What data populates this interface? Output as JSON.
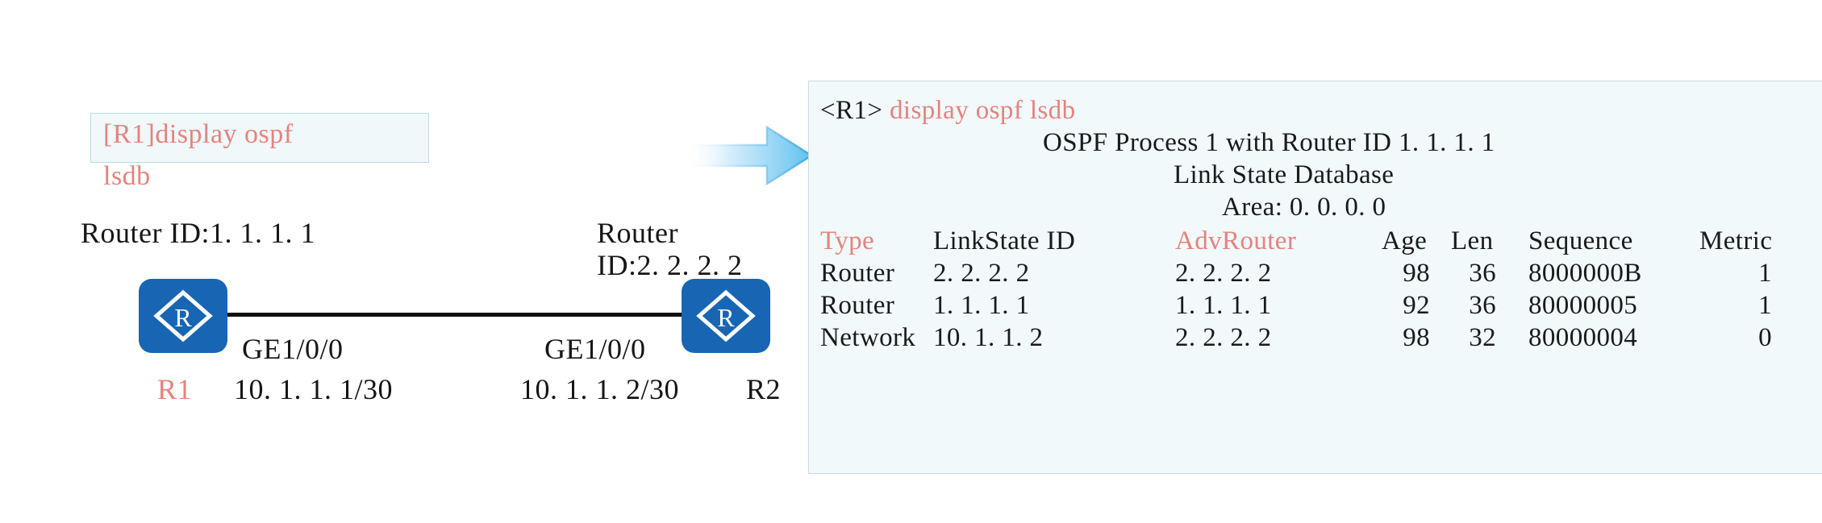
{
  "left_panel": {
    "command_callout": {
      "line1": "[R1]display ospf",
      "line2": "lsdb",
      "text_color": "#e8827c",
      "bg_color": "#f0f8fa",
      "border_color": "#bcd9e6"
    },
    "topology": {
      "router1": {
        "router_id_label": "Router ID:1. 1. 1. 1",
        "name": "R1",
        "name_color": "#e8827c",
        "icon": "router-icon",
        "icon_color": "#1866b3",
        "interface_name": "GE1/0/0",
        "interface_ip": "10. 1. 1. 1/30"
      },
      "router2": {
        "router_id_label_line1": "Router",
        "router_id_label_line2": "ID:2. 2. 2. 2",
        "name": "R2",
        "name_color": "#161616",
        "icon": "router-icon",
        "icon_color": "#1866b3",
        "interface_name": "GE1/0/0",
        "interface_ip": "10. 1. 1. 2/30"
      },
      "link": "ethernet-link"
    }
  },
  "flow_arrow": {
    "direction": "right",
    "color_start": "#ffffff",
    "color_end": "#5ec1ef"
  },
  "terminal": {
    "bg_color": "#f2f9fb",
    "border_color": "#c6dce6",
    "prompt": "<R1>",
    "command": "display ospf lsdb",
    "command_color": "#e8827c",
    "header_lines": [
      "OSPF Process 1 with Router ID 1. 1. 1. 1",
      "Link State Database",
      "Area: 0. 0. 0. 0"
    ],
    "table": {
      "columns": [
        {
          "label": "Type",
          "color": "#e8827c"
        },
        {
          "label": "LinkState ID",
          "color": "#1a1a1a"
        },
        {
          "label": "AdvRouter",
          "color": "#e8827c"
        },
        {
          "label": "Age",
          "color": "#1a1a1a"
        },
        {
          "label": "Len",
          "color": "#1a1a1a"
        },
        {
          "label": "Sequence",
          "color": "#1a1a1a"
        },
        {
          "label": "Metric",
          "color": "#1a1a1a"
        }
      ],
      "rows": [
        {
          "type": "Router",
          "linkstate_id": "2. 2. 2. 2",
          "advrouter": "2. 2. 2. 2",
          "age": "98",
          "len": "36",
          "sequence": "8000000B",
          "metric": "1"
        },
        {
          "type": "Router",
          "linkstate_id": "1. 1. 1. 1",
          "advrouter": "1. 1. 1. 1",
          "age": "92",
          "len": "36",
          "sequence": "80000005",
          "metric": "1"
        },
        {
          "type": "Network",
          "linkstate_id": "10. 1. 1. 2",
          "advrouter": "2. 2. 2. 2",
          "age": "98",
          "len": "32",
          "sequence": "80000004",
          "metric": "0"
        }
      ]
    }
  }
}
